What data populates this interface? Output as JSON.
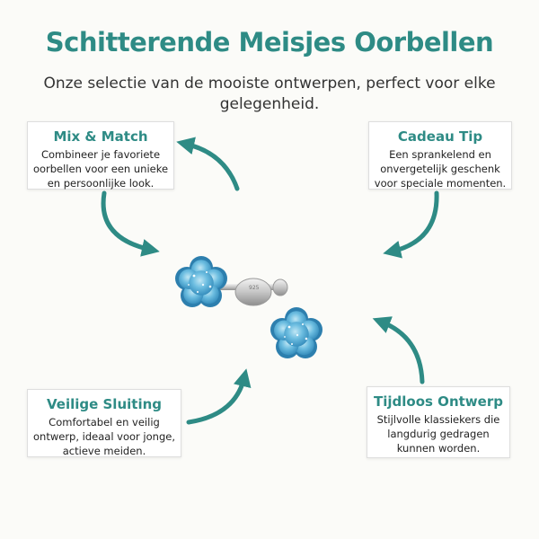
{
  "header": {
    "title": "Schitterende Meisjes Oorbellen",
    "subtitle": "Onze selectie van de mooiste ontwerpen, perfect voor elke gelegenheid."
  },
  "cards": {
    "mix": {
      "title": "Mix & Match",
      "text": "Combineer je favoriete oorbellen voor een unieke en persoonlijke look."
    },
    "cadeau": {
      "title": "Cadeau Tip",
      "text": "Een sprankelend en onvergetelijk geschenk voor speciale momenten."
    },
    "veilig": {
      "title": "Veilige Sluiting",
      "text": "Comfortabel en veilig ontwerp, ideaal voor jonge, actieve meiden."
    },
    "tijdloos": {
      "title": "Tijdloos Ontwerp",
      "text": "Stijlvolle klassiekers die langdurig gedragen kunnen worden."
    }
  },
  "colors": {
    "accent": "#2e8b85",
    "text": "#333333",
    "glitter": "#5fb3d6"
  },
  "product": {
    "stamp": "925"
  }
}
